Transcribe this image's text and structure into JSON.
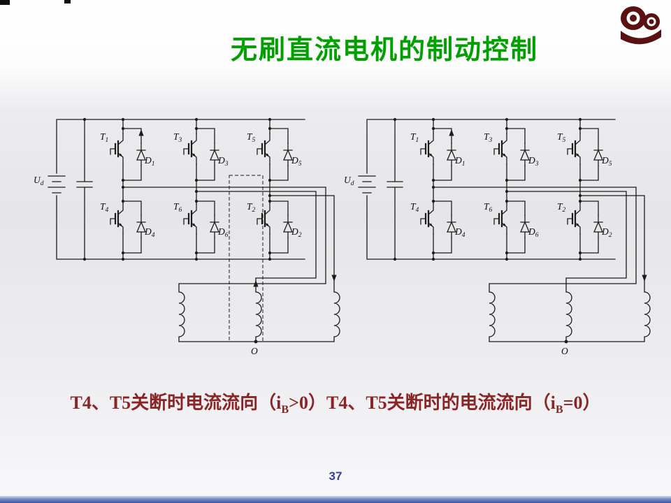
{
  "slide": {
    "title": "无刷直流电机的制动控制",
    "page_number": "37"
  },
  "icons": {
    "logo": "university-emblem-logo"
  },
  "circuit_left": {
    "labels": {
      "source": [
        "U",
        "d"
      ],
      "t1": [
        "T",
        "1"
      ],
      "d1": [
        "D",
        "1"
      ],
      "t3": [
        "T",
        "3"
      ],
      "d3": [
        "D",
        "3"
      ],
      "t5": [
        "T",
        "5"
      ],
      "d5": [
        "D",
        "5"
      ],
      "t4": [
        "T",
        "4"
      ],
      "d4": [
        "D",
        "4"
      ],
      "t6": [
        "T",
        "6"
      ],
      "d6": [
        "D",
        "6"
      ],
      "t2": [
        "T",
        "2"
      ],
      "d2": [
        "D",
        "2"
      ],
      "neutral": "O"
    }
  },
  "circuit_right": {
    "labels": {
      "source": [
        "U",
        "d"
      ],
      "t1": [
        "T",
        "1"
      ],
      "d1": [
        "D",
        "1"
      ],
      "t3": [
        "T",
        "3"
      ],
      "d3": [
        "D",
        "3"
      ],
      "t5": [
        "T",
        "5"
      ],
      "d5": [
        "D",
        "5"
      ],
      "t4": [
        "T",
        "4"
      ],
      "d4": [
        "D",
        "4"
      ],
      "t6": [
        "T",
        "6"
      ],
      "d6": [
        "D",
        "6"
      ],
      "t2": [
        "T",
        "2"
      ],
      "d2": [
        "D",
        "2"
      ],
      "neutral": "O"
    }
  },
  "caption": {
    "left": {
      "pre": "T4、T5关断时电流流向（i",
      "sub": "B",
      "post": ">0）"
    },
    "right": {
      "pre": "T4、T5关断时的电流流向（i",
      "sub": "B",
      "post": "=0）"
    }
  },
  "colors": {
    "title_green": "#00A000",
    "caption_red": "#8B2525",
    "page_number_blue": "#3340A0",
    "footer_bar_blue": "#3A55A8",
    "logo_maroon": "#5A1111",
    "wire_black": "#1C1C1C"
  }
}
